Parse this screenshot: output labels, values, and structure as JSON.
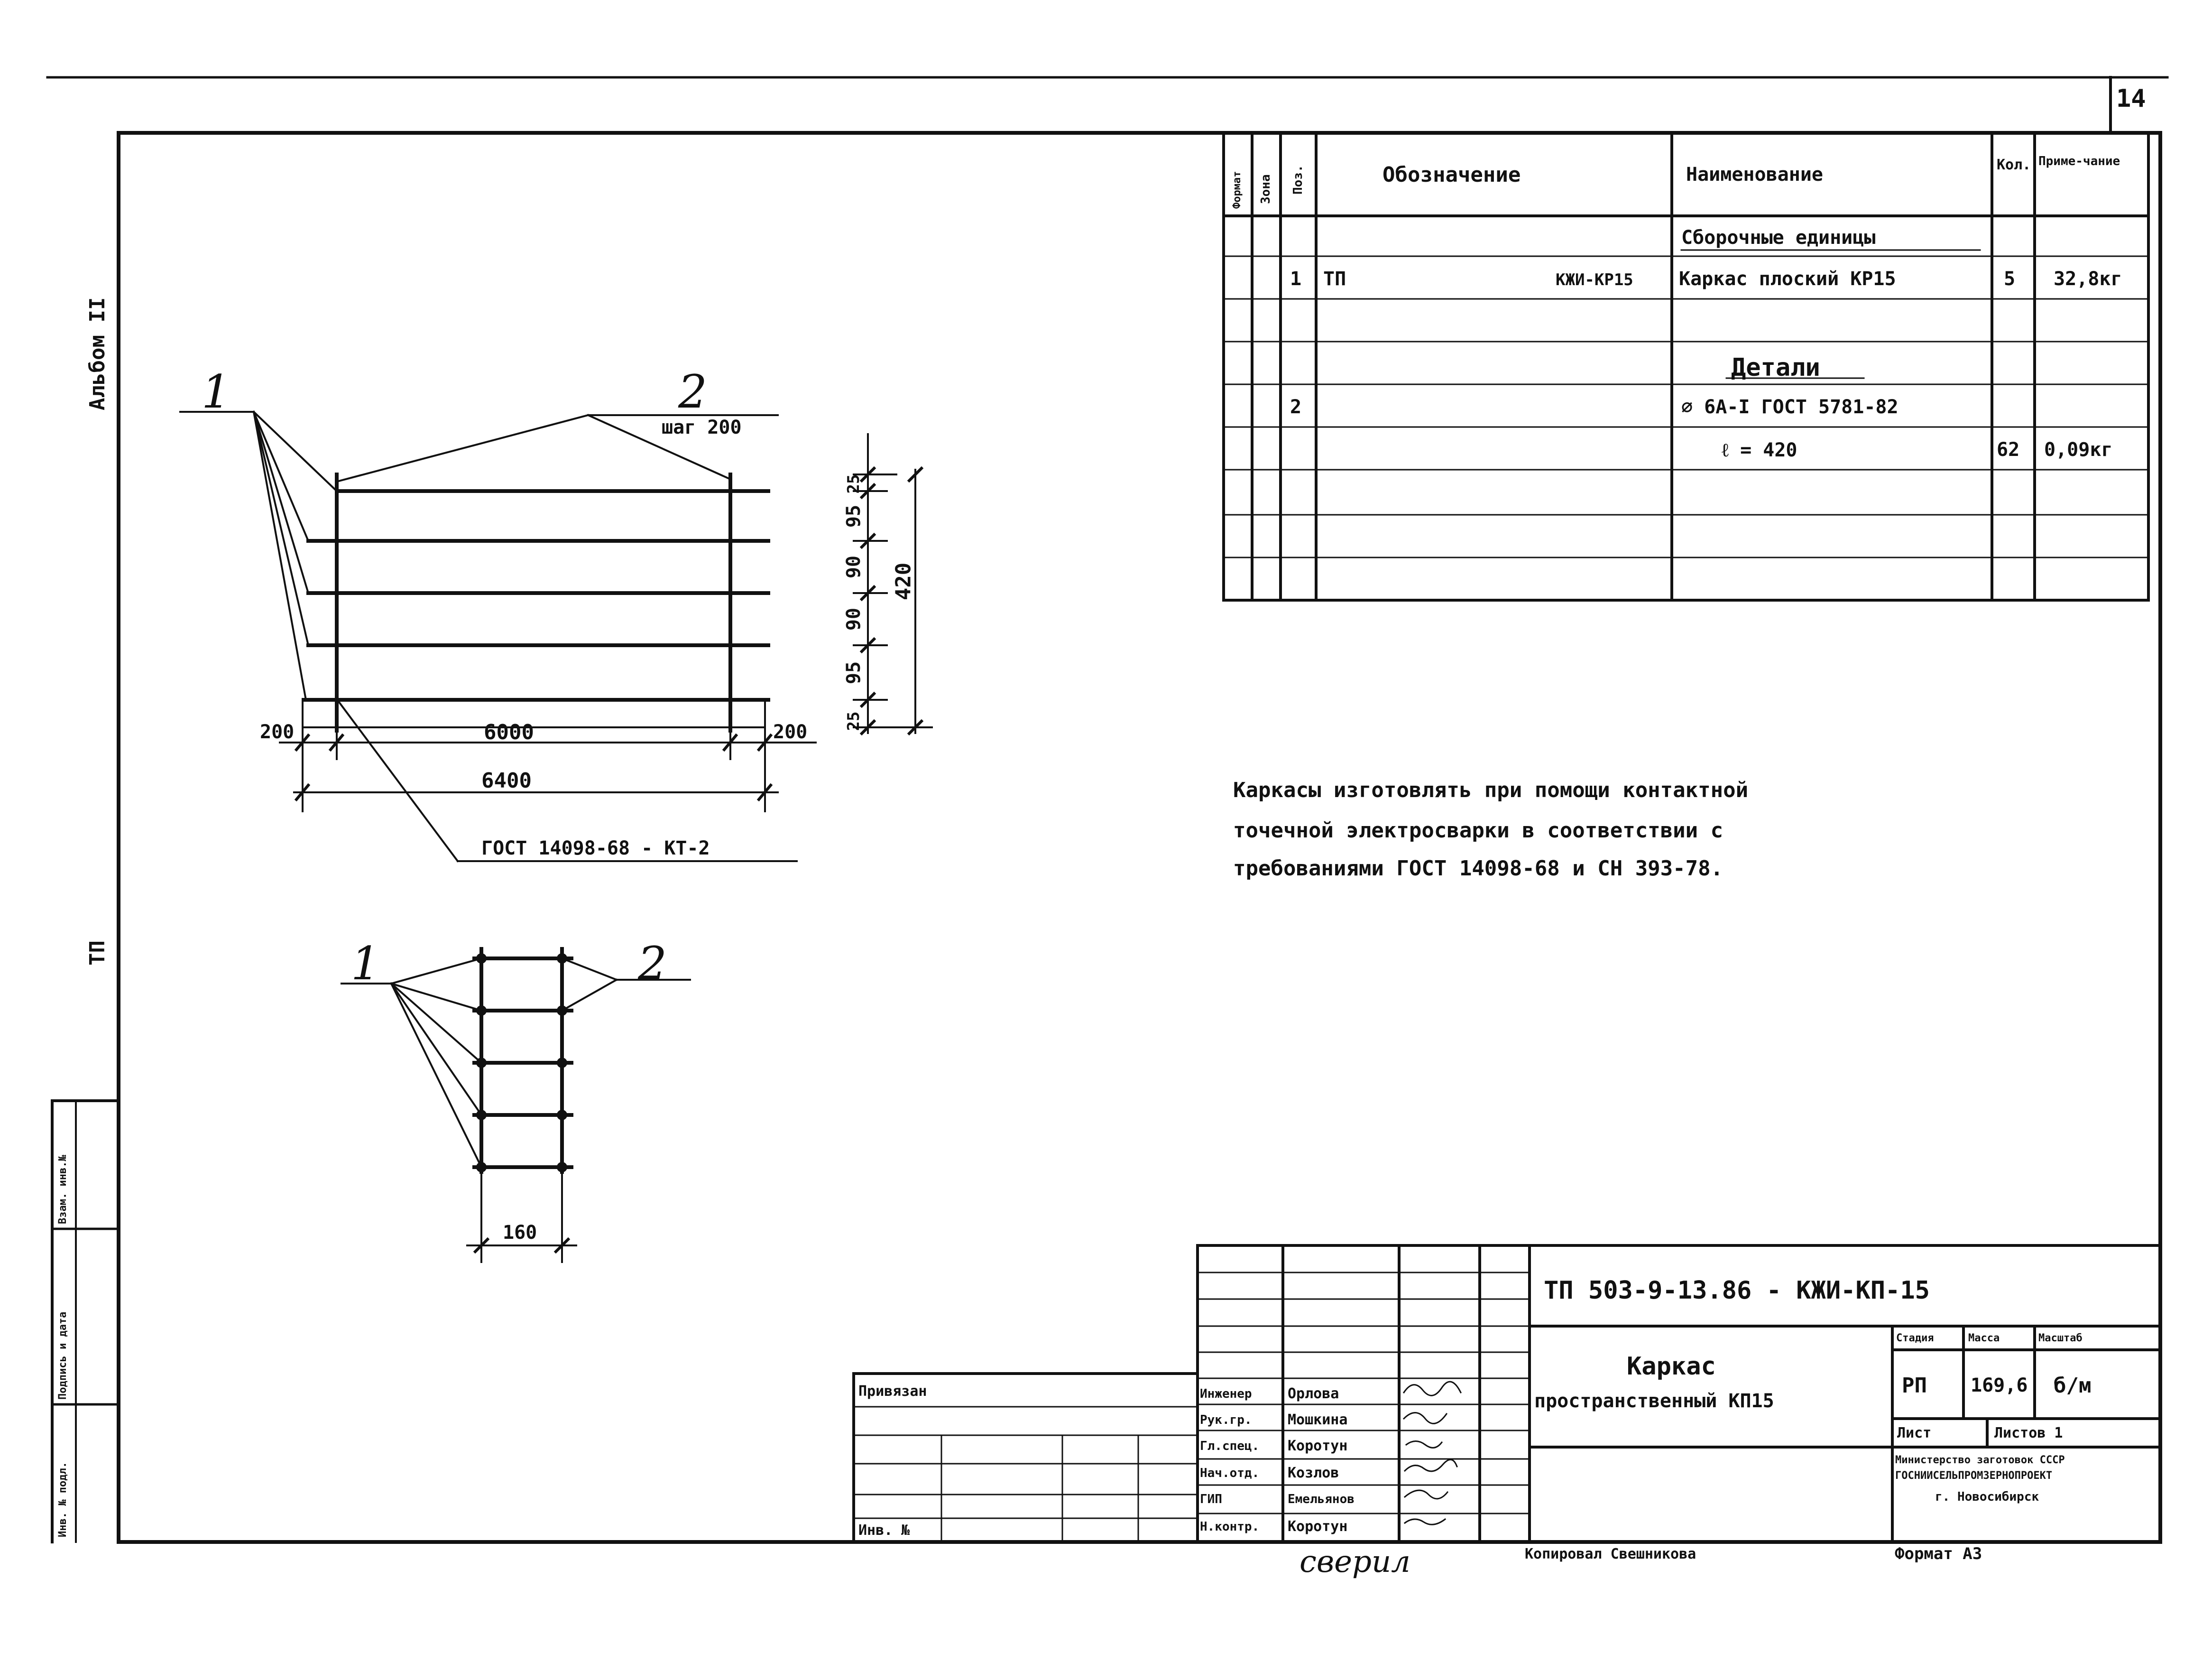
{
  "sheet_number": "14",
  "left_margin": {
    "album": "Альбом II",
    "series": "ТП",
    "stamp_cols": [
      "Инв. № подл.",
      "Подпись и дата",
      "Взам. инв.№"
    ]
  },
  "spec_table": {
    "headers": {
      "format": "Формат",
      "zone": "Зона",
      "pos": "Поз.",
      "designation": "Обозначение",
      "name": "Наименование",
      "qty": "Кол.",
      "note": "Приме-чание"
    },
    "rows": [
      {
        "pos": "",
        "des_a": "",
        "des_b": "",
        "name": "Сборочные единицы",
        "qty": "",
        "note": ""
      },
      {
        "pos": "1",
        "des_a": "ТП",
        "des_b": "КЖИ-КР15",
        "name": "Каркас плоский КР15",
        "qty": "5",
        "note": "32,8кг"
      },
      {
        "pos": "",
        "des_a": "",
        "des_b": "",
        "name": "",
        "qty": "",
        "note": ""
      },
      {
        "pos": "",
        "des_a": "",
        "des_b": "",
        "name": "Детали",
        "qty": "",
        "note": ""
      },
      {
        "pos": "2",
        "des_a": "",
        "des_b": "",
        "name": "⌀ 6А-I  ГОСТ 5781-82",
        "qty": "",
        "note": ""
      },
      {
        "pos": "",
        "des_a": "",
        "des_b": "",
        "name": "ℓ = 420",
        "qty": "62",
        "note": "0,09кг"
      },
      {
        "pos": "",
        "des_a": "",
        "des_b": "",
        "name": "",
        "qty": "",
        "note": ""
      },
      {
        "pos": "",
        "des_a": "",
        "des_b": "",
        "name": "",
        "qty": "",
        "note": ""
      },
      {
        "pos": "",
        "des_a": "",
        "des_b": "",
        "name": "",
        "qty": "",
        "note": ""
      }
    ]
  },
  "drawing_elevation": {
    "leader_1": "1",
    "leader_2": "2",
    "step_note": "шаг 200",
    "dim_left": "200",
    "dim_main": "6000",
    "dim_right": "200",
    "dim_total": "6400",
    "dims_vertical": [
      "25",
      "95",
      "90",
      "90",
      "95",
      "25"
    ],
    "dim_height": "420",
    "weld_note": "ГОСТ 14098-68 - КТ-2"
  },
  "drawing_section": {
    "leader_1": "1",
    "leader_2": "2",
    "dim_width": "160"
  },
  "notes": [
    "Каркасы изготовлять при помощи контактной",
    "точечной электросварки в соответствии с",
    "требованиями ГОСТ 14098-68 и СН 393-78."
  ],
  "title_block": {
    "doc_code": "ТП 503-9-13.86 - КЖИ-КП-15",
    "title_line1": "Каркас",
    "title_line2": "пространственный КП15",
    "stage_label": "Стадия",
    "mass_label": "Масса",
    "scale_label": "Масштаб",
    "stage": "РП",
    "mass": "169,6",
    "scale": "б/м",
    "sheet_label": "Лист",
    "sheets_label": "Листов 1",
    "org_line1": "Министерство заготовок СССР",
    "org_line2": "ГОСНИИСЕЛЬПРОМЗЕРНОПРОЕКТ",
    "org_line3": "г. Новосибирск",
    "roles": [
      {
        "role": "Инженер",
        "name": "Орлова"
      },
      {
        "role": "Рук.гр.",
        "name": "Мошкина"
      },
      {
        "role": "Гл.спец.",
        "name": "Коротун"
      },
      {
        "role": "Нач.отд.",
        "name": "Козлов"
      },
      {
        "role": "ГИП",
        "name": "Емельянов"
      },
      {
        "role": "Н.контр.",
        "name": "Коротун"
      }
    ],
    "privyazan": "Привязан",
    "inv_no": "Инв. №",
    "copied": "Копировал Свешникова",
    "format": "Формат А3",
    "checked": "сверил"
  }
}
